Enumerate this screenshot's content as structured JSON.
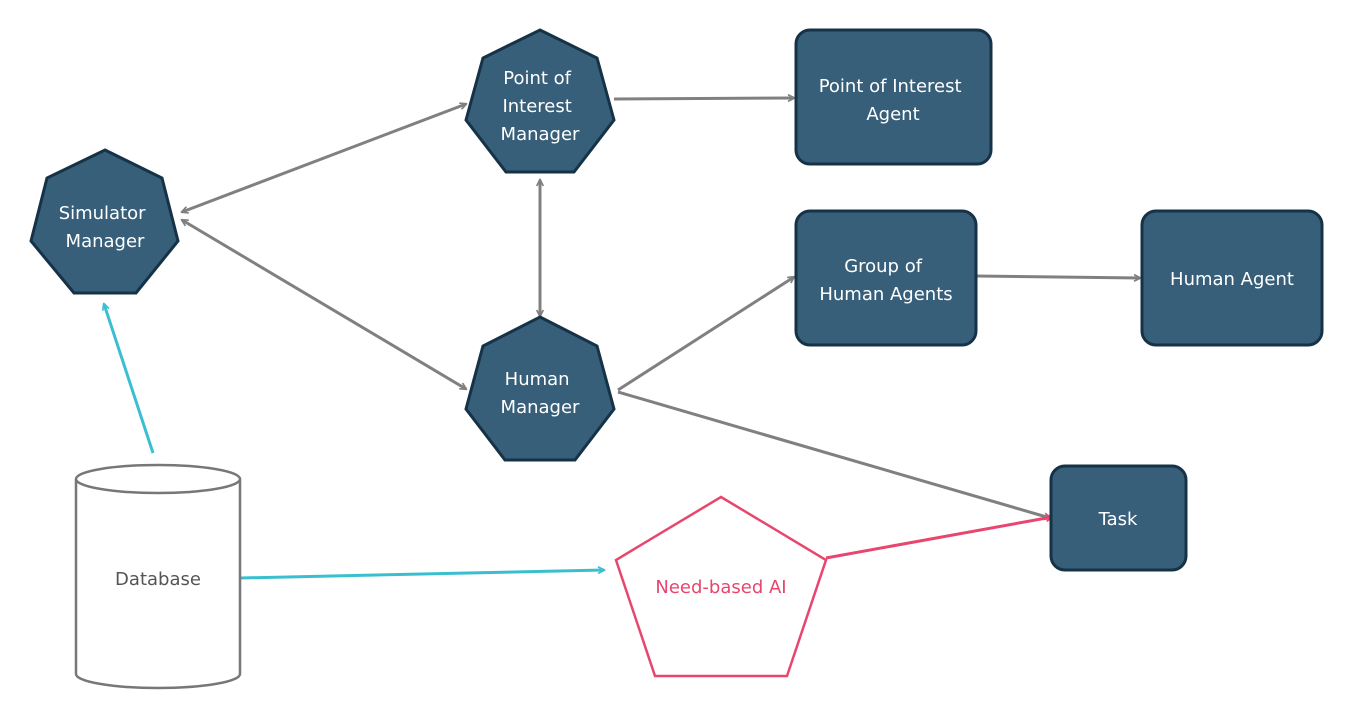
{
  "colors": {
    "node_fill": "#375f79",
    "node_stroke": "#163247",
    "gray_connector": "#808080",
    "cyan_connector": "#3bbfd0",
    "pink_accent": "#e8466e",
    "database_stroke": "#777777"
  },
  "nodes": {
    "simulator_manager": {
      "lines": [
        "Simulator",
        "Manager"
      ]
    },
    "poi_manager": {
      "lines": [
        "Point of",
        "Interest",
        "Manager"
      ]
    },
    "human_manager": {
      "lines": [
        "Human",
        "Manager"
      ]
    },
    "poi_agent": {
      "lines": [
        "Point of Interest",
        "Agent"
      ]
    },
    "group_human_agents": {
      "lines": [
        "Group of",
        "Human Agents"
      ]
    },
    "human_agent": {
      "lines": [
        "Human Agent"
      ]
    },
    "task": {
      "lines": [
        "Task"
      ]
    },
    "database": {
      "lines": [
        "Database"
      ]
    },
    "need_based_ai": {
      "lines": [
        "Need-based AI"
      ]
    }
  }
}
